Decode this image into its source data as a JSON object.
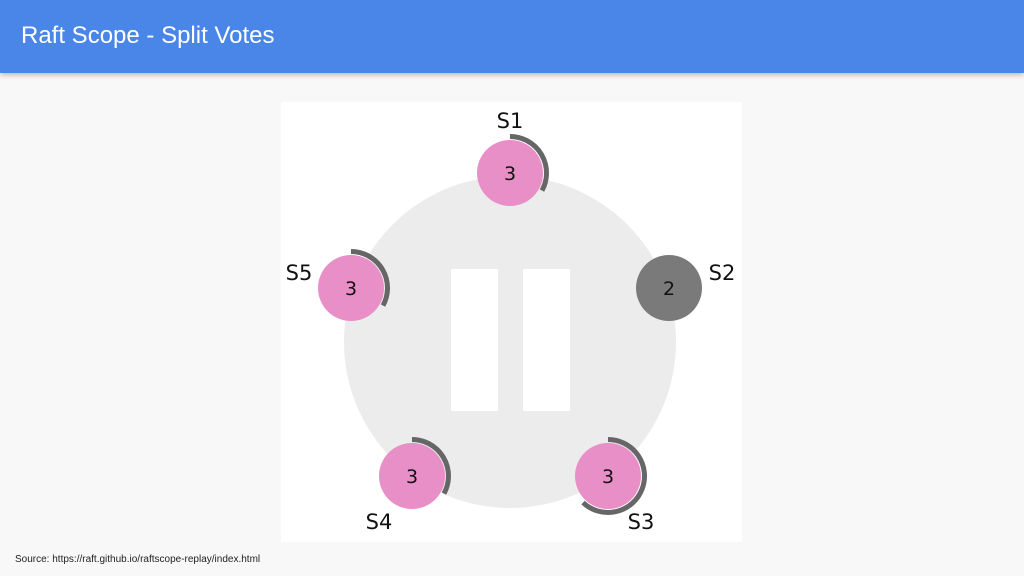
{
  "header": {
    "title": "Raft Scope - Split Votes"
  },
  "diagram": {
    "state": "paused",
    "colors": {
      "candidate": "#e98fc8",
      "follower": "#7a7a7a",
      "ring": "#ececec",
      "timer_arc": "#666666",
      "pause_bars": "#ffffff"
    },
    "servers": [
      {
        "id": "S1",
        "label": "S1",
        "term": "3",
        "role": "candidate",
        "timer_fraction": 0.33
      },
      {
        "id": "S2",
        "label": "S2",
        "term": "2",
        "role": "follower",
        "timer_fraction": 0
      },
      {
        "id": "S3",
        "label": "S3",
        "term": "3",
        "role": "candidate",
        "timer_fraction": 0.62
      },
      {
        "id": "S4",
        "label": "S4",
        "term": "3",
        "role": "candidate",
        "timer_fraction": 0.33
      },
      {
        "id": "S5",
        "label": "S5",
        "term": "3",
        "role": "candidate",
        "timer_fraction": 0.33
      }
    ]
  },
  "footer": {
    "source": "Source: https://raft.github.io/raftscope-replay/index.html"
  }
}
